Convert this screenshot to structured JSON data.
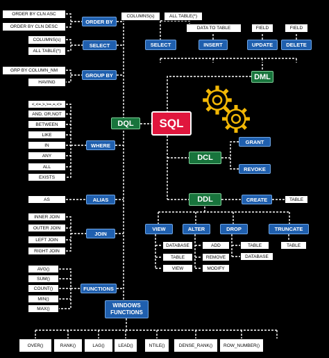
{
  "diagram": {
    "center": "SQL",
    "categories": {
      "dql": "DQL",
      "dml": "DML",
      "dcl": "DCL",
      "ddl": "DDL"
    },
    "dql": {
      "order_by": {
        "label": "ORDER BY",
        "items": [
          "ORDER BY CLN ASC",
          "ORDER BY CLN DESC"
        ]
      },
      "select": {
        "label": "SELECT",
        "items": [
          "COLUMNS(s)",
          "ALL TABLE(*)"
        ]
      },
      "group_by": {
        "label": "GROUP BY",
        "items": [
          "GRP BY COLUMN_NM",
          "HAVING"
        ]
      },
      "where": {
        "label": "WHERE",
        "items": [
          "<,<=,>,>=,=,<>",
          "AND, OR,NOT",
          "BETWEEN",
          "LIKE",
          "IN",
          "ANY",
          "ALL",
          "EXISTS"
        ]
      },
      "alias": {
        "label": "ALIAS",
        "items": [
          "AS"
        ]
      },
      "join": {
        "label": "JOIN",
        "items": [
          "INNER JOIN",
          "OUTER JOIN",
          "LEFT JOIN",
          "RIGHT JOIN"
        ]
      },
      "functions": {
        "label": "FUNCTIONS",
        "items": [
          "AVG()",
          "SUM()",
          "COUNT()",
          "MIN()",
          "MAX()"
        ]
      },
      "window_functions": {
        "label": "WINDOWS FUNCTIONS",
        "items": [
          "OVER()",
          "RANK()",
          "LAG()",
          "LEAD()",
          "NTILE()",
          "DENSE_RANK()",
          "ROW_NUMBER()"
        ]
      }
    },
    "dml": {
      "select": {
        "label": "SELECT",
        "items": [
          "COLUMNS(s)",
          "ALL TABLE(*)"
        ]
      },
      "insert": {
        "label": "INSERT",
        "items": [
          "DATA TO TABLE"
        ]
      },
      "update": {
        "label": "UPDATE",
        "items": [
          "FIELD"
        ]
      },
      "delete": {
        "label": "DELETE",
        "items": [
          "FIELD"
        ]
      }
    },
    "dcl": {
      "grant": "GRANT",
      "revoke": "REVOKE"
    },
    "ddl": {
      "create": {
        "label": "CREATE",
        "items": [
          "TABLE"
        ]
      },
      "view": {
        "label": "VIEW",
        "items": [
          "DATABASE",
          "TABLE",
          "VIEW"
        ]
      },
      "alter": {
        "label": "ALTER",
        "items": [
          "ADD",
          "REMOVE",
          "MODIFY"
        ]
      },
      "drop": {
        "label": "DROP",
        "items": [
          "TABLE",
          "DATABASE"
        ]
      },
      "truncate": {
        "label": "TRUNCATE",
        "items": [
          "TABLE"
        ]
      }
    }
  },
  "colors": {
    "background": "#000000",
    "keyword_box": "#1f5fae",
    "category_box": "#18743c",
    "center_box": "#e0163d",
    "connector": "#ffffff",
    "gear": "#f2b705"
  }
}
